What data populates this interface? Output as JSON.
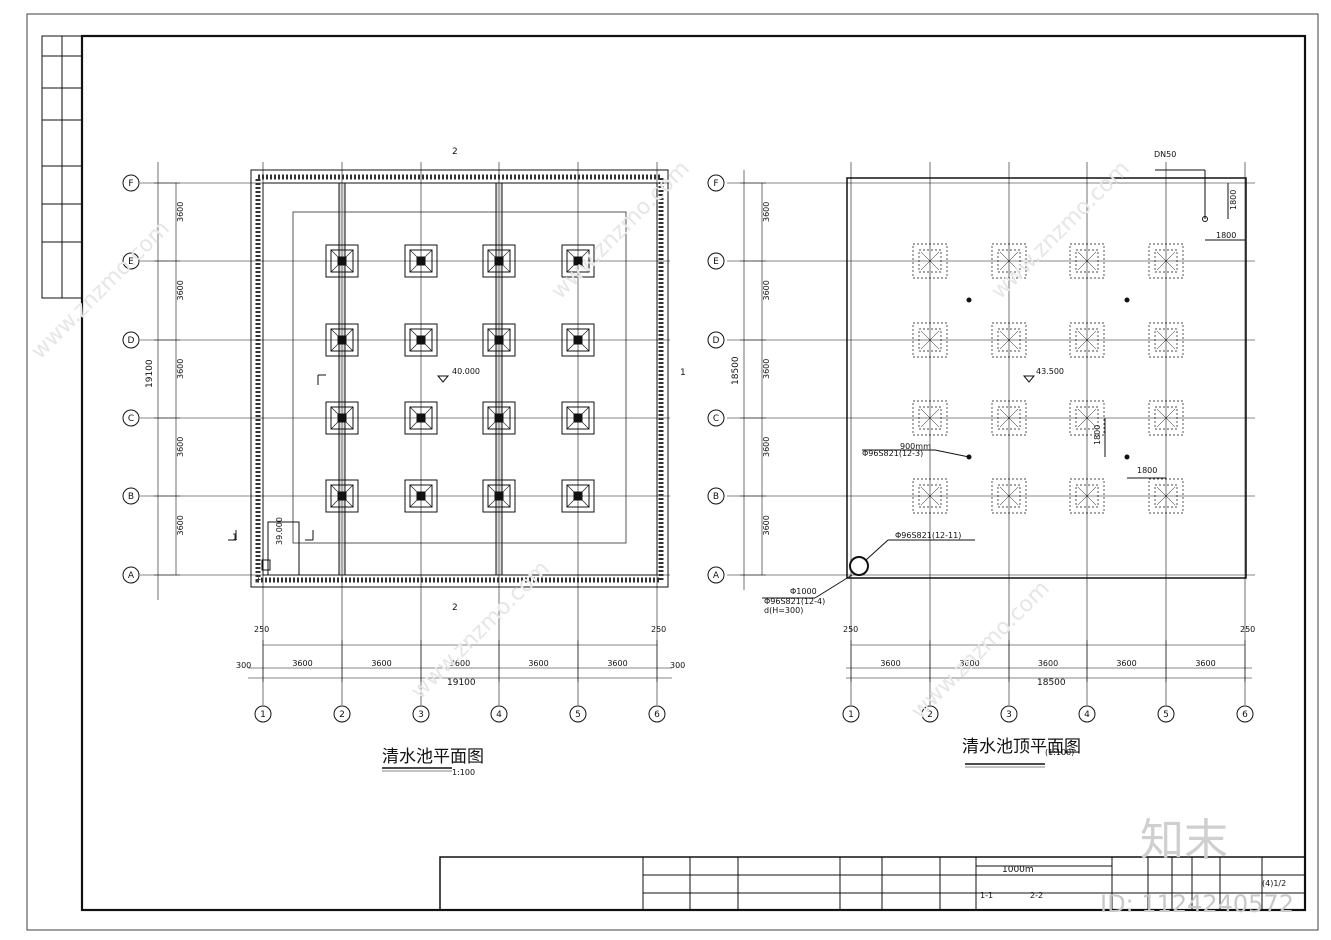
{
  "left_plan": {
    "title": "清水池平面图",
    "scale": "1:100",
    "elevation": "40.000",
    "small_elev": "39.000",
    "overall_dim": "19100",
    "col_axes": [
      "1",
      "2",
      "3",
      "4",
      "5",
      "6"
    ],
    "row_axes": [
      "F",
      "E",
      "D",
      "C",
      "B",
      "A"
    ],
    "bay": "3600",
    "edge_250": "250",
    "edge_300": "300",
    "section_1": "1",
    "section_2": "2"
  },
  "right_plan": {
    "title": "清水池顶平面图",
    "scale": "(1:100)",
    "elevation": "43.500",
    "overall_dim": "18500",
    "dim_1800": "1800",
    "dn_label": "DN50",
    "ref_1": "Φ96S821(12-3)",
    "ref_2": "Φ96S821(12-11)",
    "ref_3": "Φ96S821(12-4)",
    "ref_3b": "d(H=300)",
    "d1000": "Φ1000",
    "d900": "900mm"
  },
  "title_block": {
    "project": "1000m",
    "drawing": "1-1",
    "drawing2": "2-2",
    "sheet": "(4)1/2"
  },
  "watermark": {
    "logo": "知末",
    "id": "ID: 1124240572",
    "site": "www.znzmo.com"
  }
}
